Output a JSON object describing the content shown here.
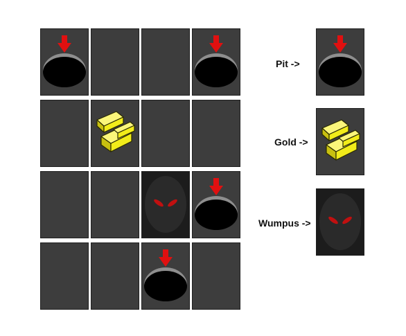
{
  "board": {
    "rows": 4,
    "cols": 4,
    "cells": [
      [
        "pit",
        "empty",
        "empty",
        "pit"
      ],
      [
        "empty",
        "gold",
        "empty",
        "empty"
      ],
      [
        "empty",
        "empty",
        "wumpus",
        "pit"
      ],
      [
        "empty",
        "empty",
        "pit",
        "empty"
      ]
    ]
  },
  "legend": [
    {
      "label": "Pit ->",
      "type": "pit",
      "icon": "pit-icon"
    },
    {
      "label": "Gold ->",
      "type": "gold",
      "icon": "gold-icon"
    },
    {
      "label": "Wumpus ->",
      "type": "wumpus",
      "icon": "wumpus-icon"
    }
  ],
  "colors": {
    "tile": "#3d3d3d",
    "wumpus_tile": "#1c1c1c",
    "arrow": "#e01010",
    "gold": "#f2ec1a",
    "pit_rim": "#8e8e8e",
    "pit_hole": "#000000"
  }
}
